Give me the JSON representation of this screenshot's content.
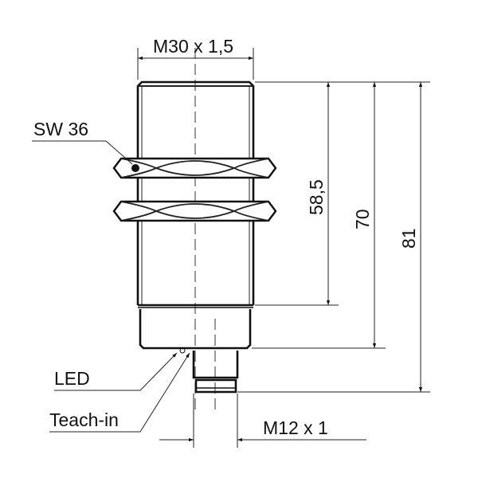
{
  "labels": {
    "thread_main": "M30 x 1,5",
    "wrench_size": "SW 36",
    "dim_58_5": "58,5",
    "dim_70": "70",
    "dim_81": "81",
    "led": "LED",
    "teach_in": "Teach-in",
    "thread_connector": "M12 x 1"
  }
}
